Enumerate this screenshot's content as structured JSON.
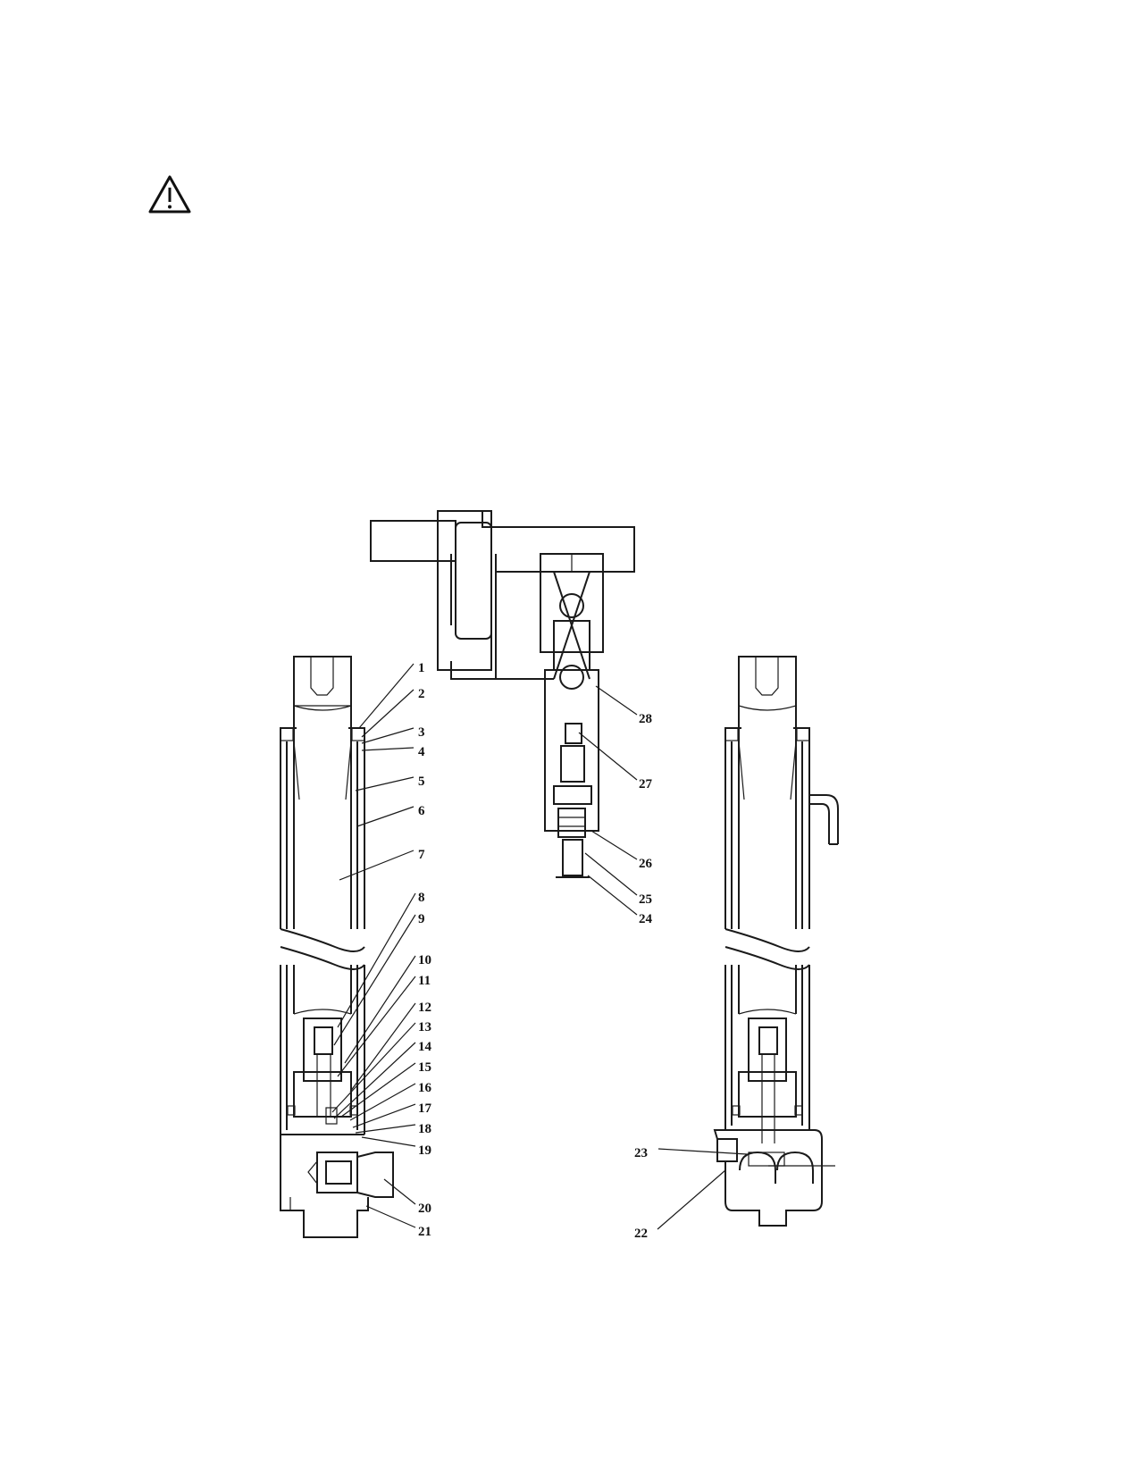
{
  "icons": {
    "warning": "warning-triangle-icon"
  },
  "callouts": [
    {
      "id": "1",
      "text": "1"
    },
    {
      "id": "2",
      "text": "2"
    },
    {
      "id": "3",
      "text": "3"
    },
    {
      "id": "4",
      "text": "4"
    },
    {
      "id": "5",
      "text": "5"
    },
    {
      "id": "6",
      "text": "6"
    },
    {
      "id": "7",
      "text": "7"
    },
    {
      "id": "8",
      "text": "8"
    },
    {
      "id": "9",
      "text": "9"
    },
    {
      "id": "10",
      "text": "10"
    },
    {
      "id": "11",
      "text": "11"
    },
    {
      "id": "12",
      "text": "12"
    },
    {
      "id": "13",
      "text": "13"
    },
    {
      "id": "14",
      "text": "14"
    },
    {
      "id": "15",
      "text": "15"
    },
    {
      "id": "16",
      "text": "16"
    },
    {
      "id": "17",
      "text": "17"
    },
    {
      "id": "18",
      "text": "18"
    },
    {
      "id": "19",
      "text": "19"
    },
    {
      "id": "20",
      "text": "20"
    },
    {
      "id": "21",
      "text": "21"
    },
    {
      "id": "22",
      "text": "22"
    },
    {
      "id": "23",
      "text": "23"
    },
    {
      "id": "24",
      "text": "24"
    },
    {
      "id": "25",
      "text": "25"
    },
    {
      "id": "26",
      "text": "26"
    },
    {
      "id": "27",
      "text": "27"
    },
    {
      "id": "28",
      "text": "28"
    }
  ]
}
